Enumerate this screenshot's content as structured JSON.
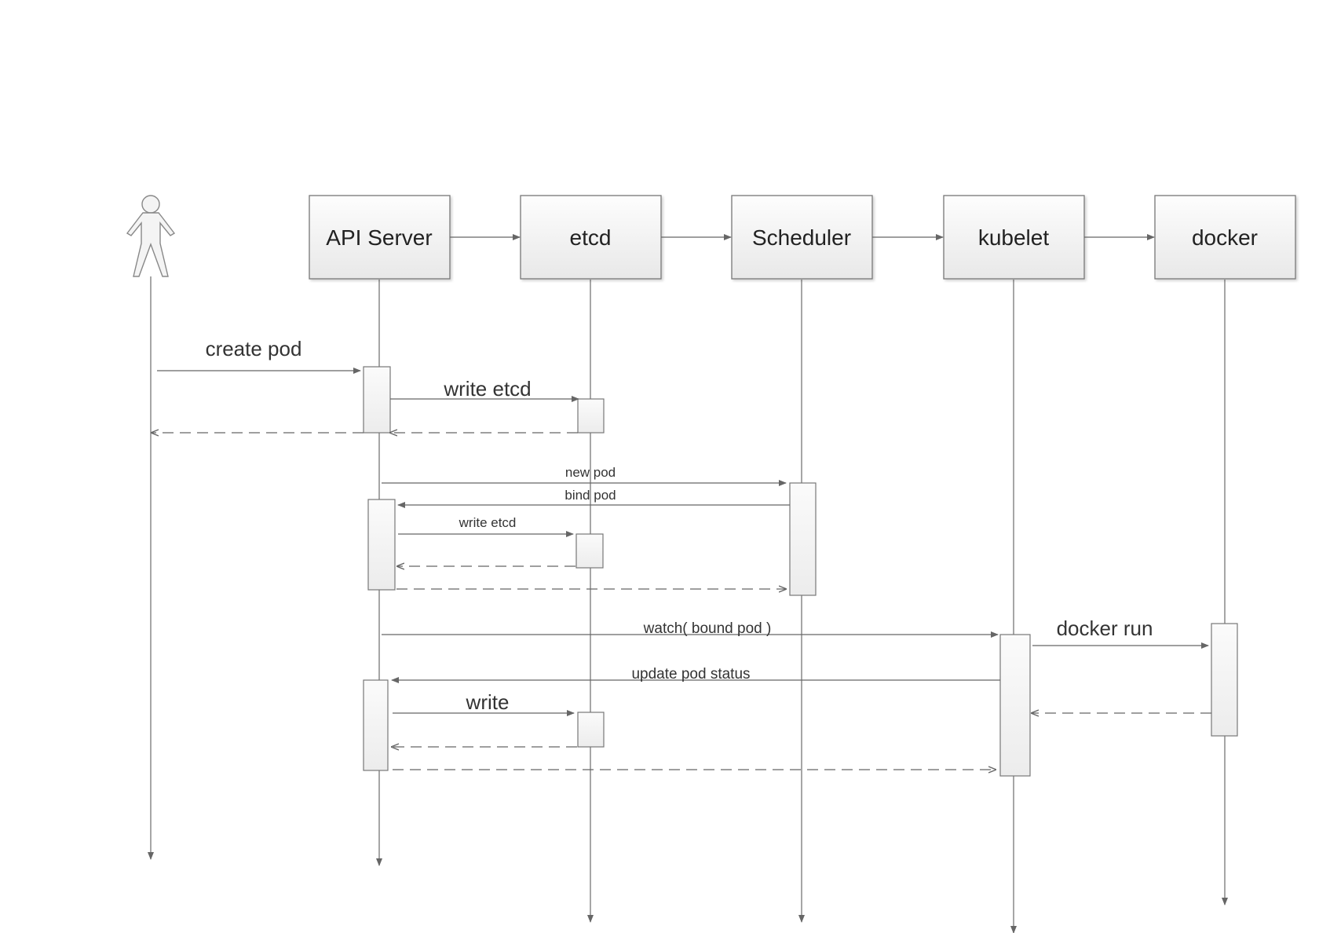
{
  "participants": [
    {
      "id": "actor",
      "label": "",
      "icon": "stick-figure-icon"
    },
    {
      "id": "api-server",
      "label": "API Server"
    },
    {
      "id": "etcd",
      "label": "etcd"
    },
    {
      "id": "scheduler",
      "label": "Scheduler"
    },
    {
      "id": "kubelet",
      "label": "kubelet"
    },
    {
      "id": "docker",
      "label": "docker"
    }
  ],
  "messages": [
    {
      "id": "create-pod",
      "label": "create pod",
      "type": "call"
    },
    {
      "id": "write-etcd-1",
      "label": "write etcd",
      "type": "call"
    },
    {
      "id": "return-etcd-1",
      "label": "",
      "type": "return"
    },
    {
      "id": "return-create-pod",
      "label": "",
      "type": "return"
    },
    {
      "id": "new-pod",
      "label": "new pod",
      "type": "call"
    },
    {
      "id": "bind-pod",
      "label": "bind pod",
      "type": "call"
    },
    {
      "id": "write-etcd-2",
      "label": "write etcd",
      "type": "call"
    },
    {
      "id": "return-etcd-2",
      "label": "",
      "type": "return"
    },
    {
      "id": "return-bind-pod",
      "label": "",
      "type": "return"
    },
    {
      "id": "watch-bound-pod",
      "label": "watch( bound pod )",
      "type": "call"
    },
    {
      "id": "docker-run",
      "label": "docker run",
      "type": "call"
    },
    {
      "id": "update-pod-status",
      "label": "update pod status",
      "type": "call"
    },
    {
      "id": "return-docker-run",
      "label": "",
      "type": "return"
    },
    {
      "id": "write",
      "label": "write",
      "type": "call"
    },
    {
      "id": "return-write",
      "label": "",
      "type": "return"
    },
    {
      "id": "return-update-status",
      "label": "",
      "type": "return"
    }
  ],
  "colors": {
    "line": "#666666",
    "box_border": "#777777",
    "box_fill_top": "#fdfdfd",
    "box_fill_bottom": "#e9e9e9",
    "text": "#222222"
  }
}
